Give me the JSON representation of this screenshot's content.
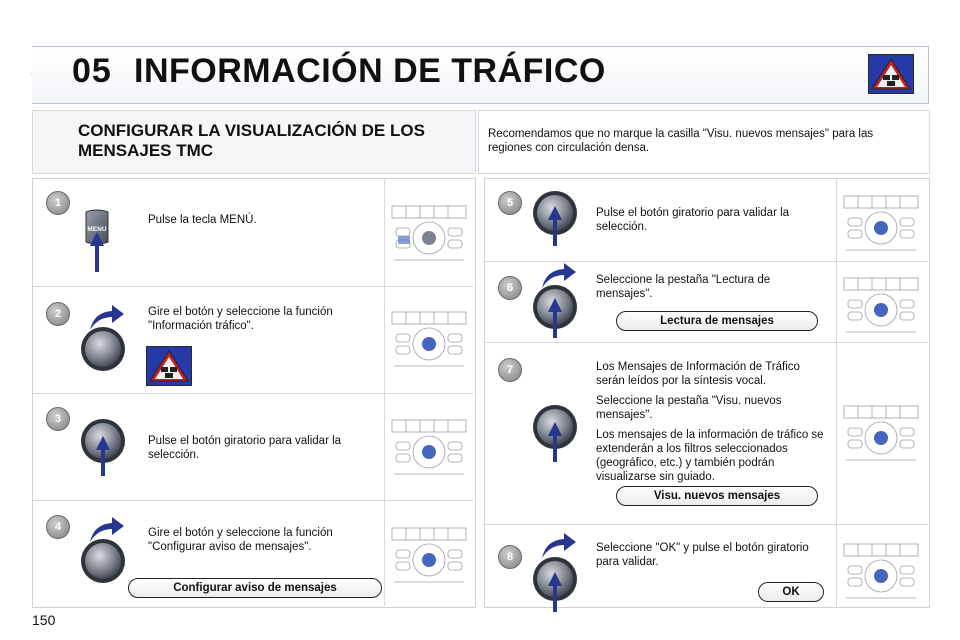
{
  "header": {
    "chapter_number": "05",
    "chapter_title": "INFORMACIÓN DE TRÁFICO",
    "icon": "traffic-info-icon"
  },
  "section": {
    "title": "CONFIGURAR LA VISUALIZACIÓN DE LOS MENSAJES TMC",
    "note": "Recomendamos que no marque la casilla \"Visu. nuevos mensajes\" para las regiones con circulación densa."
  },
  "steps": [
    {
      "number": "1",
      "text": [
        "Pulse la tecla MENÚ."
      ],
      "key_label": "MENU"
    },
    {
      "number": "2",
      "text": [
        "Gire el botón y seleccione la función \"Información tráfico\"."
      ]
    },
    {
      "number": "3",
      "text": [
        "Pulse el botón giratorio para validar la selección."
      ]
    },
    {
      "number": "4",
      "text": [
        "Gire el botón y seleccione la función \"Configurar aviso de mensajes\"."
      ],
      "option": "Configurar aviso de mensajes"
    },
    {
      "number": "5",
      "text": [
        "Pulse el botón giratorio para validar la selección."
      ]
    },
    {
      "number": "6",
      "text": [
        "Seleccione la pestaña \"Lectura de mensajes\"."
      ],
      "option": "Lectura de mensajes"
    },
    {
      "number": "7",
      "text": [
        "Los Mensajes de Información de Tráfico serán leídos por la síntesis vocal.",
        "Seleccione la pestaña \"Visu. nuevos mensajes\".",
        "Los mensajes de la información de tráfico se extenderán a los filtros seleccionados (geográfico, etc.) y también podrán visualizarse sin guiado."
      ],
      "option": "Visu. nuevos mensajes"
    },
    {
      "number": "8",
      "text": [
        "Seleccione \"OK\" y pulse el botón giratorio para validar."
      ],
      "option": "OK"
    }
  ],
  "page_number": "150",
  "colors": {
    "badge_grey": "#8a8a8a",
    "icon_blue": "#2639a8",
    "icon_red": "#c42020",
    "arrow_blue": "#27378f"
  }
}
